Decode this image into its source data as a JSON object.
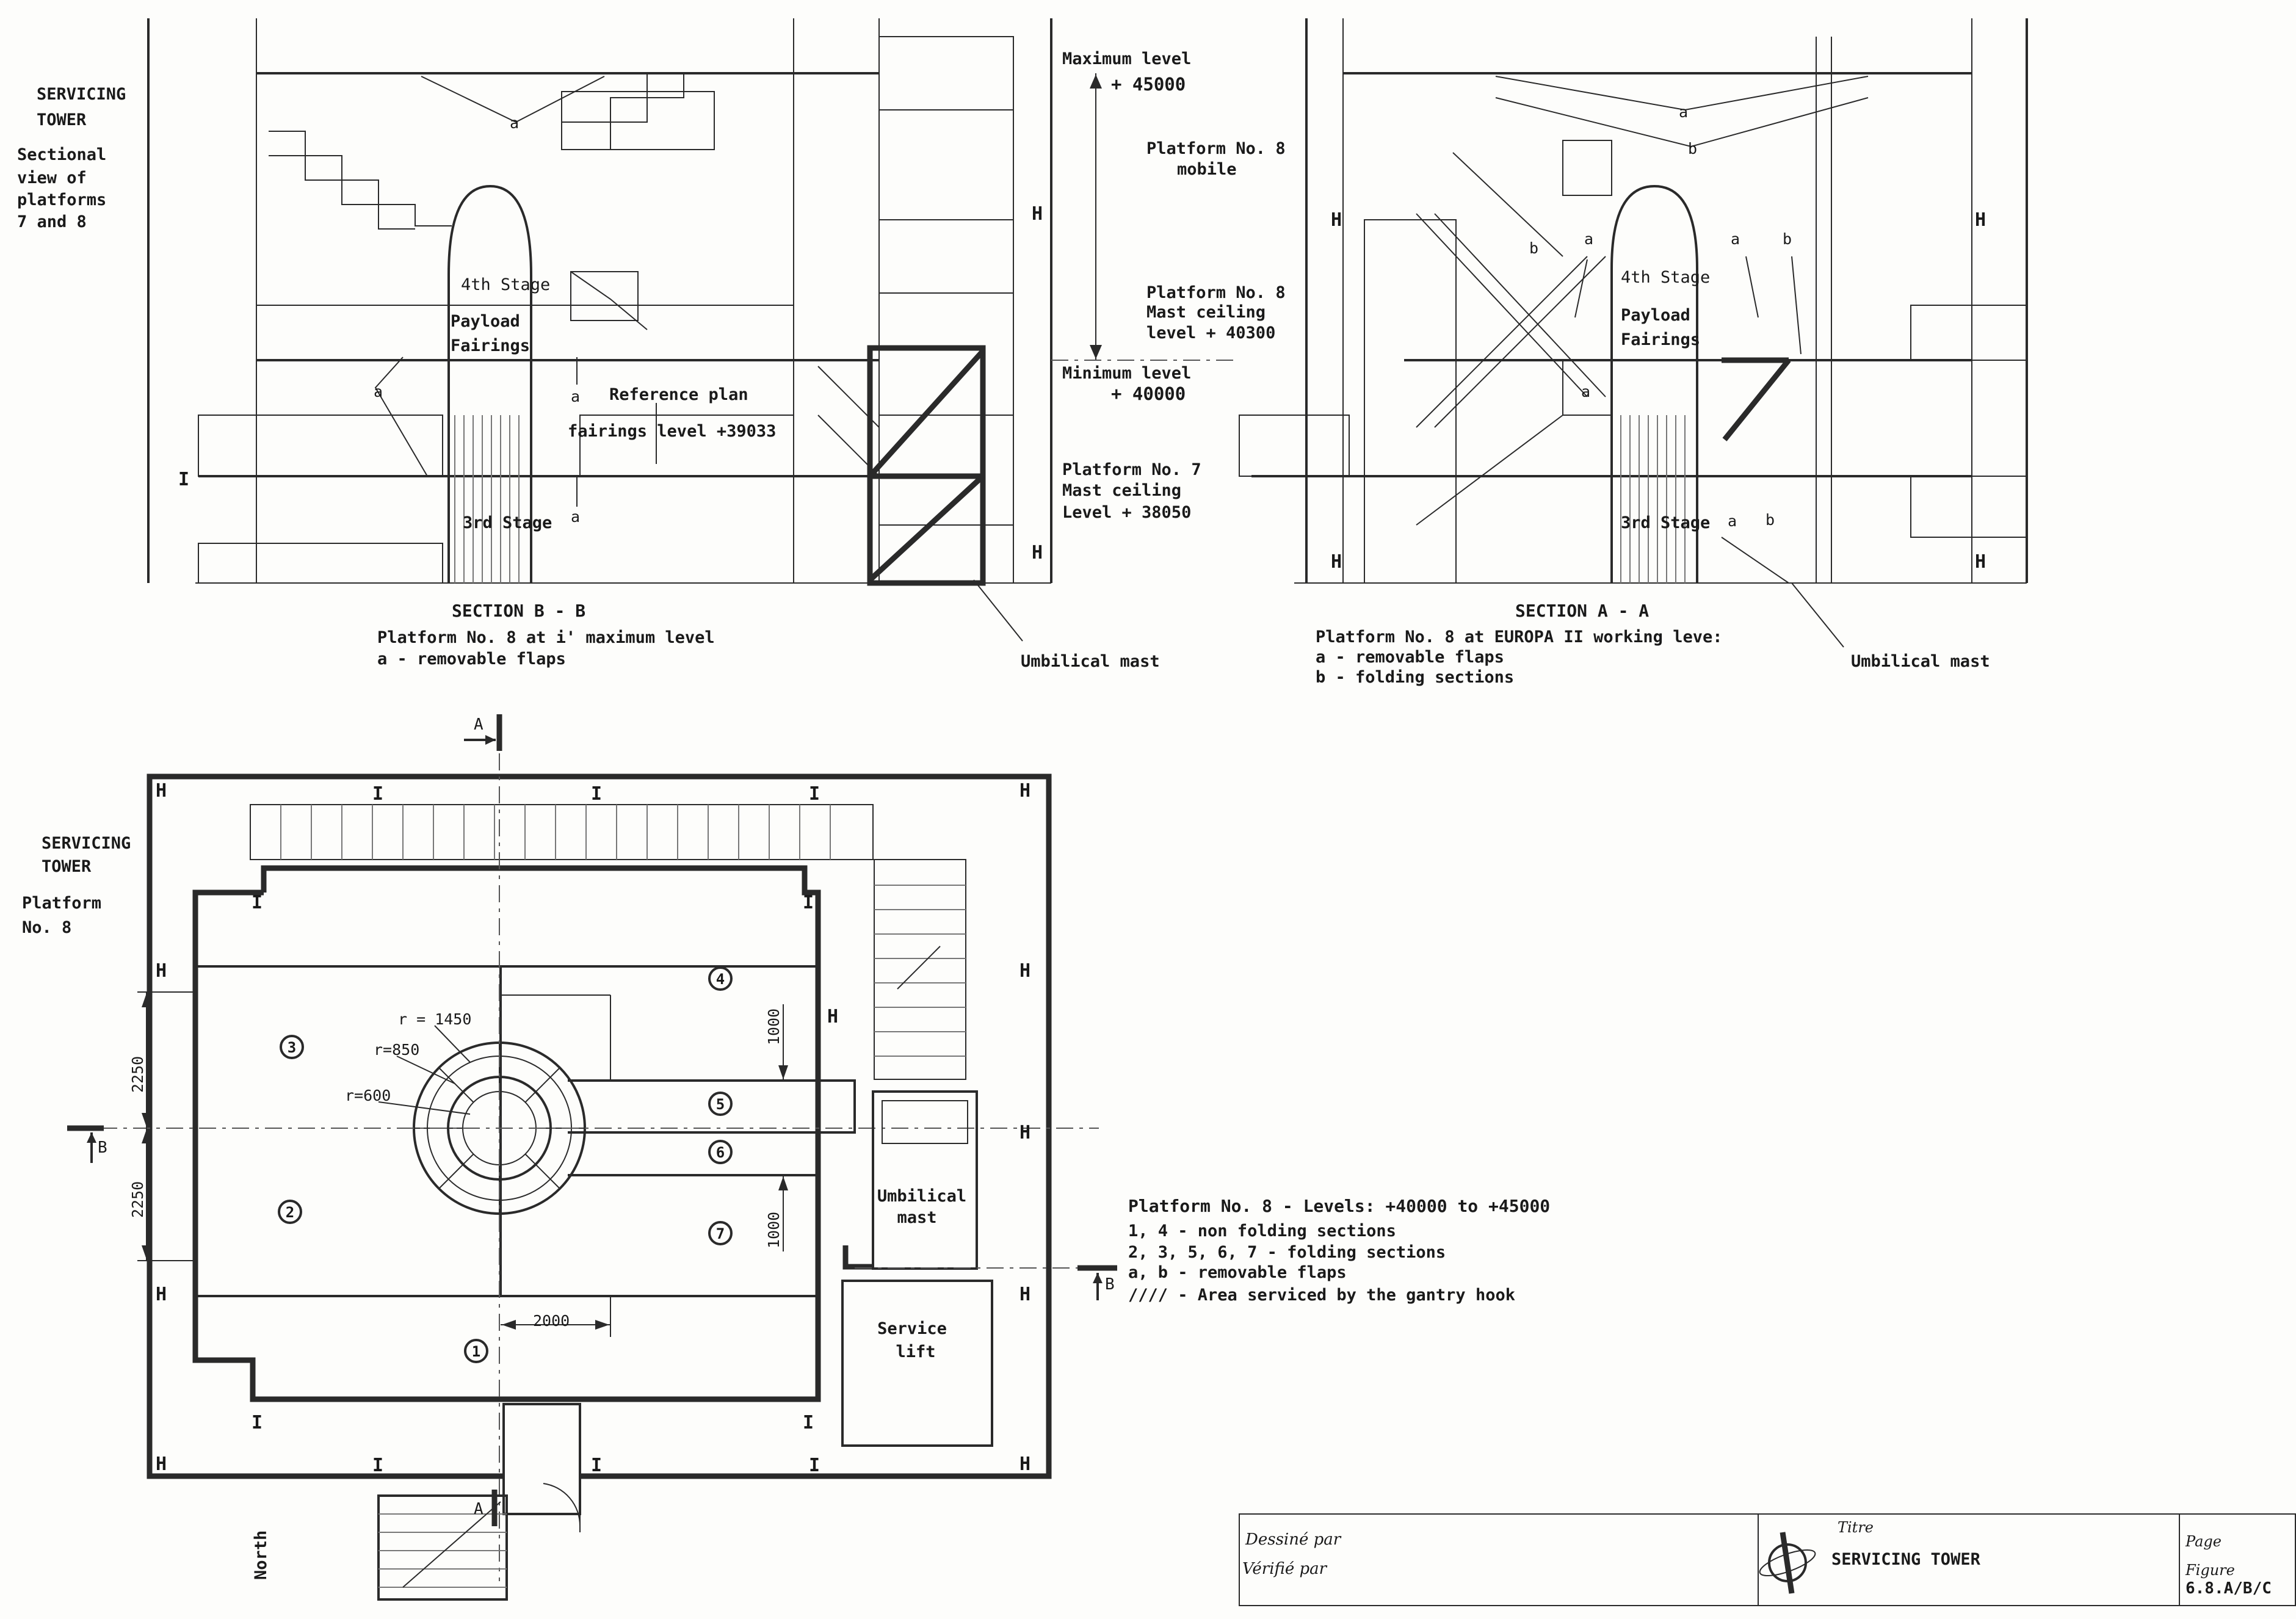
{
  "top_left_caption": {
    "title_line1": "SERVICING",
    "title_line2": "TOWER",
    "desc_line1": "Sectional",
    "desc_line2": "view of",
    "desc_line3": "platforms",
    "desc_line4": "7 and 8"
  },
  "section_bb": {
    "flap_label": "a",
    "stage4": "4th Stage",
    "payload1": "Payload",
    "payload2": "Fairings",
    "stage3": "3rd Stage",
    "ref_plan": "Reference plan",
    "ref_level": "fairings level +39033",
    "title": "SECTION B - B",
    "sub1": "Platform No. 8 at i'  maximum level",
    "sub2": "a - removable flaps",
    "umbilical": "Umbilical mast"
  },
  "levels": {
    "max_label": "Maximum level",
    "max_value": "+ 45000",
    "p8_mobile_1": "Platform No. 8",
    "p8_mobile_2": "mobile",
    "p8_ceiling_1": "Platform No. 8",
    "p8_ceiling_2": "Mast ceiling",
    "p8_ceiling_3": "level + 40300",
    "min_label": "Minimum level",
    "min_value": "+ 40000",
    "p7_1": "Platform No. 7",
    "p7_2": "Mast ceiling",
    "p7_3": "Level + 38050"
  },
  "section_aa": {
    "flap_a": "a",
    "fold_b": "b",
    "stage4": "4th Stage",
    "payload1": "Payload",
    "payload2": "Fairings",
    "stage3": "3rd Stage",
    "title": "SECTION A - A",
    "sub1": "Platform No. 8 at EUROPA II working leve:",
    "sub2": "a - removable flaps",
    "sub3": "b - folding sections",
    "umbilical": "Umbilical mast"
  },
  "plan": {
    "title1": "SERVICING",
    "title2": "TOWER",
    "sub1": "Platform",
    "sub2": "No. 8",
    "r1": "r = 1450",
    "r2": "r=850",
    "r3": "r=600",
    "dim_2250a": "2250",
    "dim_2250b": "2250",
    "dim_1000a": "1000",
    "dim_1000b": "1000",
    "dim_2000": "2000",
    "zones": [
      "1",
      "2",
      "3",
      "4",
      "5",
      "6",
      "7"
    ],
    "umbilical1": "Umbilical",
    "umbilical2": "mast",
    "service1": "Service",
    "service2": "lift",
    "sec_a": "A",
    "sec_b": "B",
    "north": "North"
  },
  "legend": {
    "title": "Platform No. 8 - Levels: +40000 to +45000",
    "l1": "1, 4 - non folding sections",
    "l2": "2, 3, 5, 6, 7 - folding sections",
    "l3": "a, b - removable flaps",
    "l4": "//// - Area serviced by the gantry hook"
  },
  "title_block": {
    "drawn": "Dessiné  par",
    "checked": "Vérifié   par",
    "titre_label": "Titre",
    "titre": "SERVICING TOWER",
    "page": "Page",
    "figure": "Figure",
    "figure_no": "6.8.A/B/C"
  }
}
